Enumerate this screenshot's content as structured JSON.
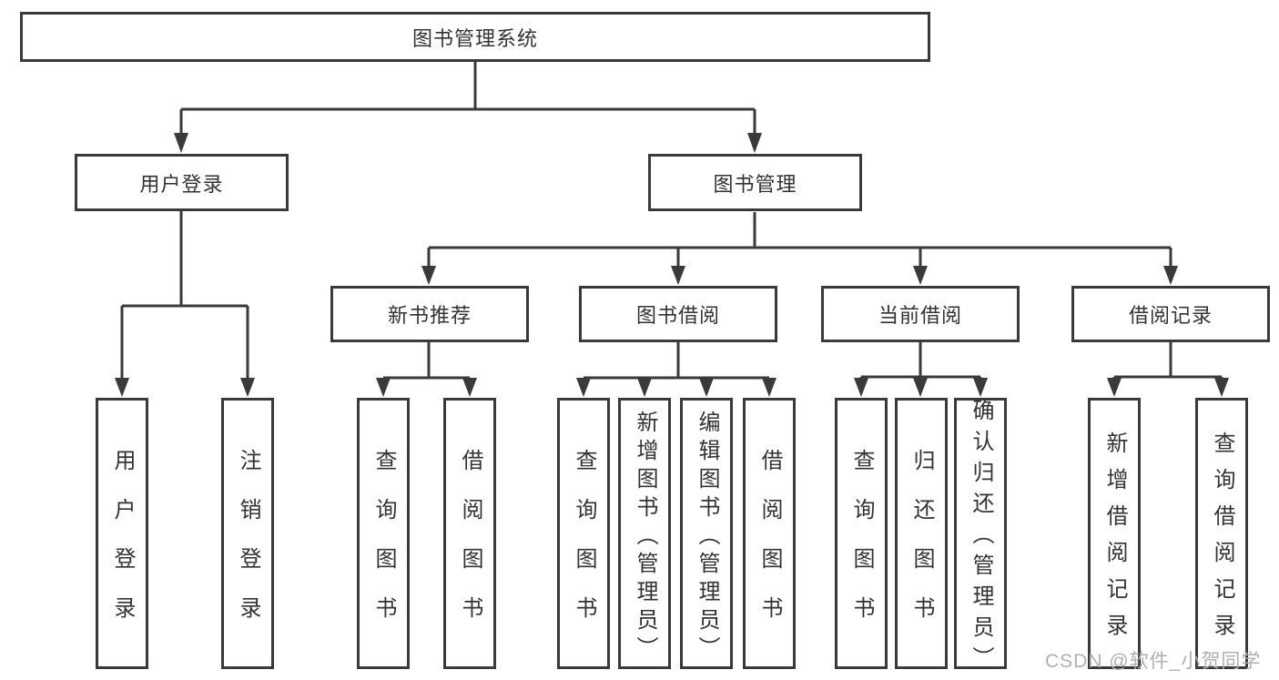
{
  "diagram": {
    "root": {
      "label": "图书管理系统"
    },
    "children": [
      {
        "label": "用户登录",
        "children": [
          {
            "label": "用户登录"
          },
          {
            "label": "注销登录"
          }
        ]
      },
      {
        "label": "图书管理",
        "children": [
          {
            "label": "新书推荐",
            "children": [
              {
                "label": "查询图书"
              },
              {
                "label": "借阅图书"
              }
            ]
          },
          {
            "label": "图书借阅",
            "children": [
              {
                "label": "查询图书"
              },
              {
                "label": "新增图书（管理员）"
              },
              {
                "label": "编辑图书（管理员）"
              },
              {
                "label": "借阅图书"
              }
            ]
          },
          {
            "label": "当前借阅",
            "children": [
              {
                "label": "查询图书"
              },
              {
                "label": "归还图书"
              },
              {
                "label": "确认归还（管理员）"
              }
            ]
          },
          {
            "label": "借阅记录",
            "children": [
              {
                "label": "新增借阅记录"
              },
              {
                "label": "查询借阅记录"
              }
            ]
          }
        ]
      }
    ]
  },
  "watermark": {
    "text": "CSDN @软件_小贺同学"
  },
  "colors": {
    "line": "#3a3a3a",
    "box_border": "#3a3a3a",
    "text": "#333333",
    "watermark": "#b0b0b0",
    "background": "#ffffff"
  }
}
